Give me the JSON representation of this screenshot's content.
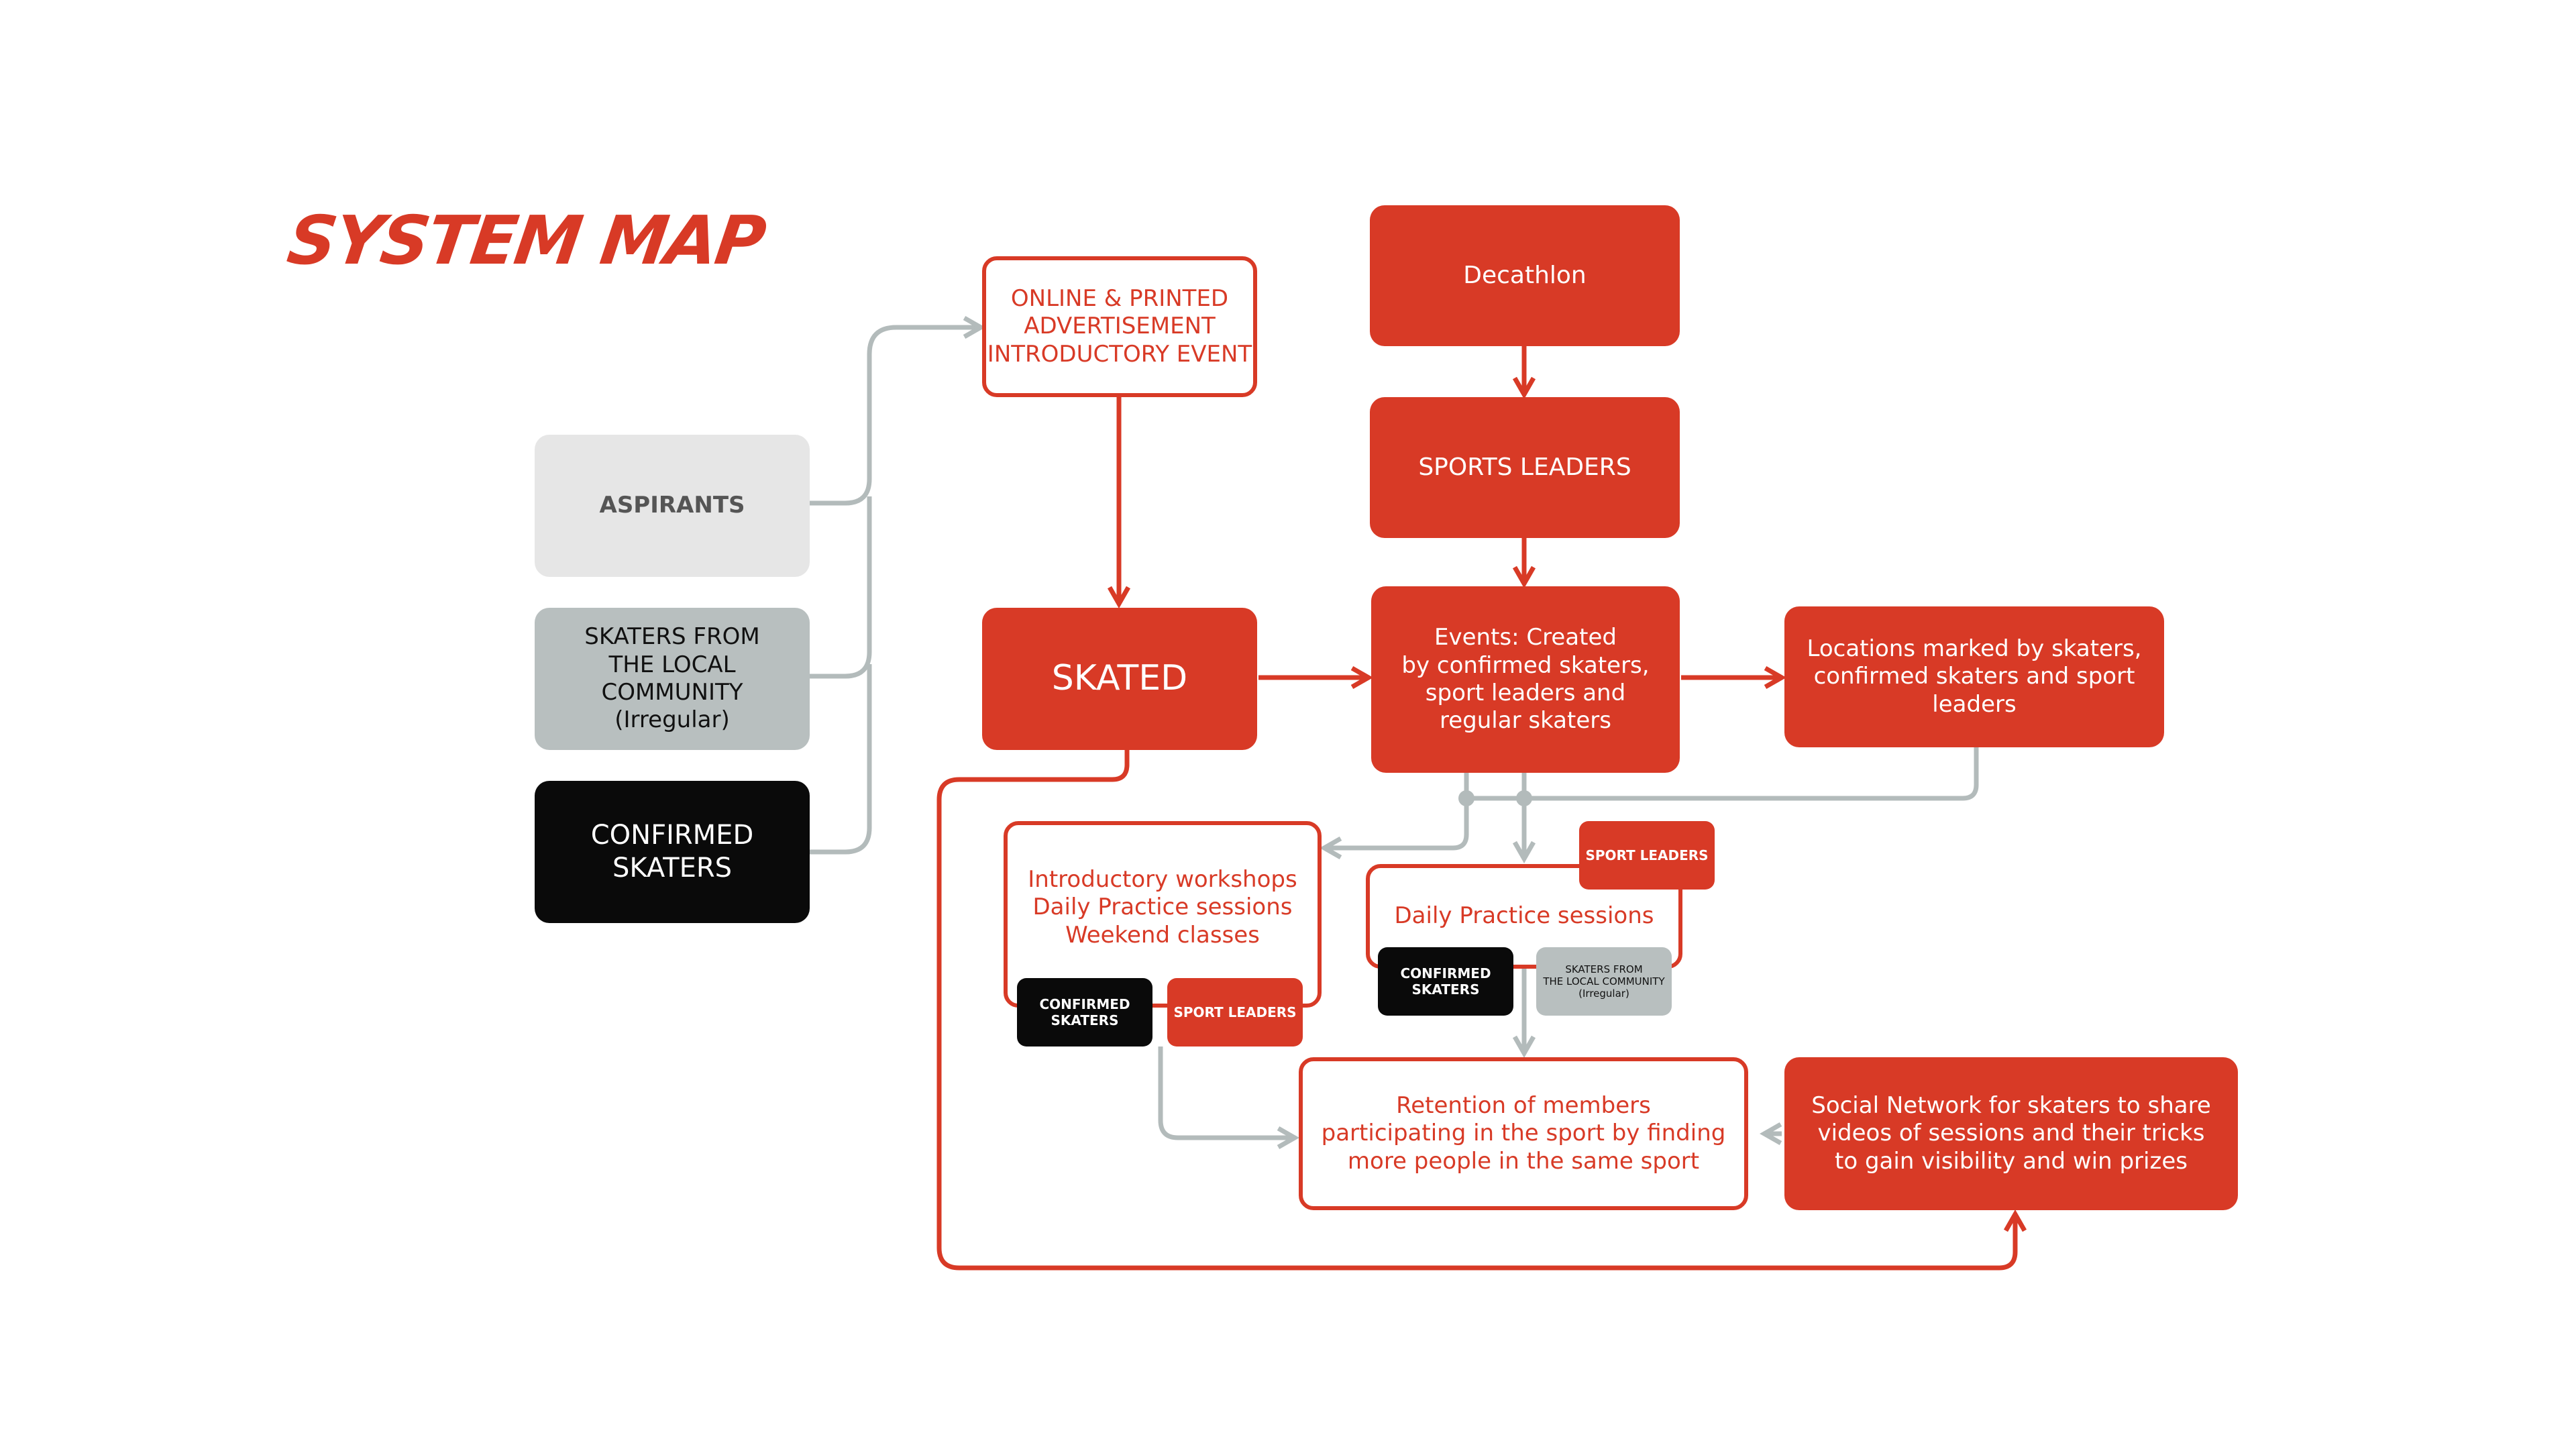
{
  "title": "SYSTEM MAP",
  "colors": {
    "red": "#d83a26",
    "connector_grey": "#b3bbbb",
    "black": "#0a0a0a",
    "light_grey": "#e6e6e6",
    "mid_grey": "#b8bfbf"
  },
  "nodes": {
    "aspirants": "ASPIRANTS",
    "skaters_local": "SKATERS FROM\nTHE LOCAL COMMUNITY\n(Irregular)",
    "confirmed": "CONFIRMED\nSKATERS",
    "advertisement": "ONLINE & PRINTED\nADVERTISEMENT\nINTRODUCTORY EVENT",
    "skated": "SKATED",
    "decathlon": "Decathlon",
    "sports_leaders": "SPORTS LEADERS",
    "events": "Events: Created\nby confirmed skaters,\nsport leaders and\nregular skaters",
    "locations": "Locations marked by skaters,\nconfirmed skaters and sport\nleaders",
    "workshops": "Introductory workshops\nDaily Practice sessions\nWeekend classes",
    "daily_practice": "Daily Practice sessions",
    "retention": "Retention of members\nparticipating in the sport by finding\nmore people in the same sport",
    "social": "Social Network for skaters to share\nvideos of sessions and their tricks\nto gain visibility and win prizes"
  },
  "tags": {
    "workshops_confirmed": "CONFIRMED\nSKATERS",
    "workshops_leaders": "SPORT LEADERS",
    "daily_leaders": "SPORT LEADERS",
    "daily_confirmed": "CONFIRMED\nSKATERS",
    "daily_local": "SKATERS FROM\nTHE LOCAL COMMUNITY\n(Irregular)"
  }
}
